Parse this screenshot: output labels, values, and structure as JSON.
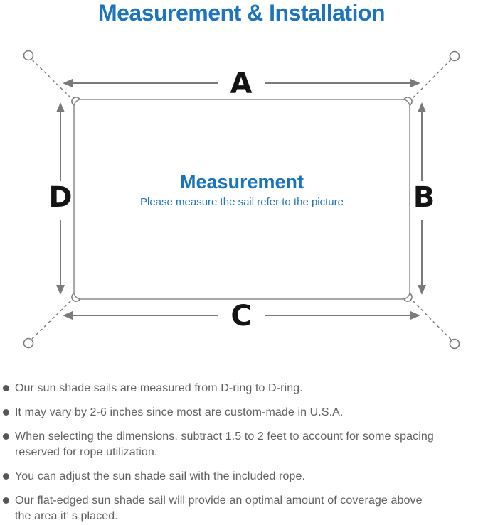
{
  "page": {
    "title": "Measurement & Installation"
  },
  "diagram": {
    "labels": {
      "top": "A",
      "right": "B",
      "bottom": "C",
      "left": "D"
    },
    "center": {
      "heading": "Measurement",
      "subheading": "Please measure the sail refer to the picture"
    },
    "colors": {
      "accent_blue": "#1b74bc",
      "line_gray": "#7a7a7a",
      "rect_gray": "#8c8c8c",
      "label_black": "#141414",
      "note_gray": "#606060"
    }
  },
  "notes": {
    "items": [
      "Our sun shade sails are measured from D-ring to D-ring.",
      "It may vary by 2-6 inches since most are custom-made in U.S.A.",
      "When selecting the dimensions, subtract 1.5 to 2 feet to account for some spacing\nreserved for rope utilization.",
      "You can adjust the sun shade sail with the included rope.",
      "Our flat-edged sun shade sail will provide an optimal amount of coverage above\nthe area it’ s placed."
    ]
  }
}
